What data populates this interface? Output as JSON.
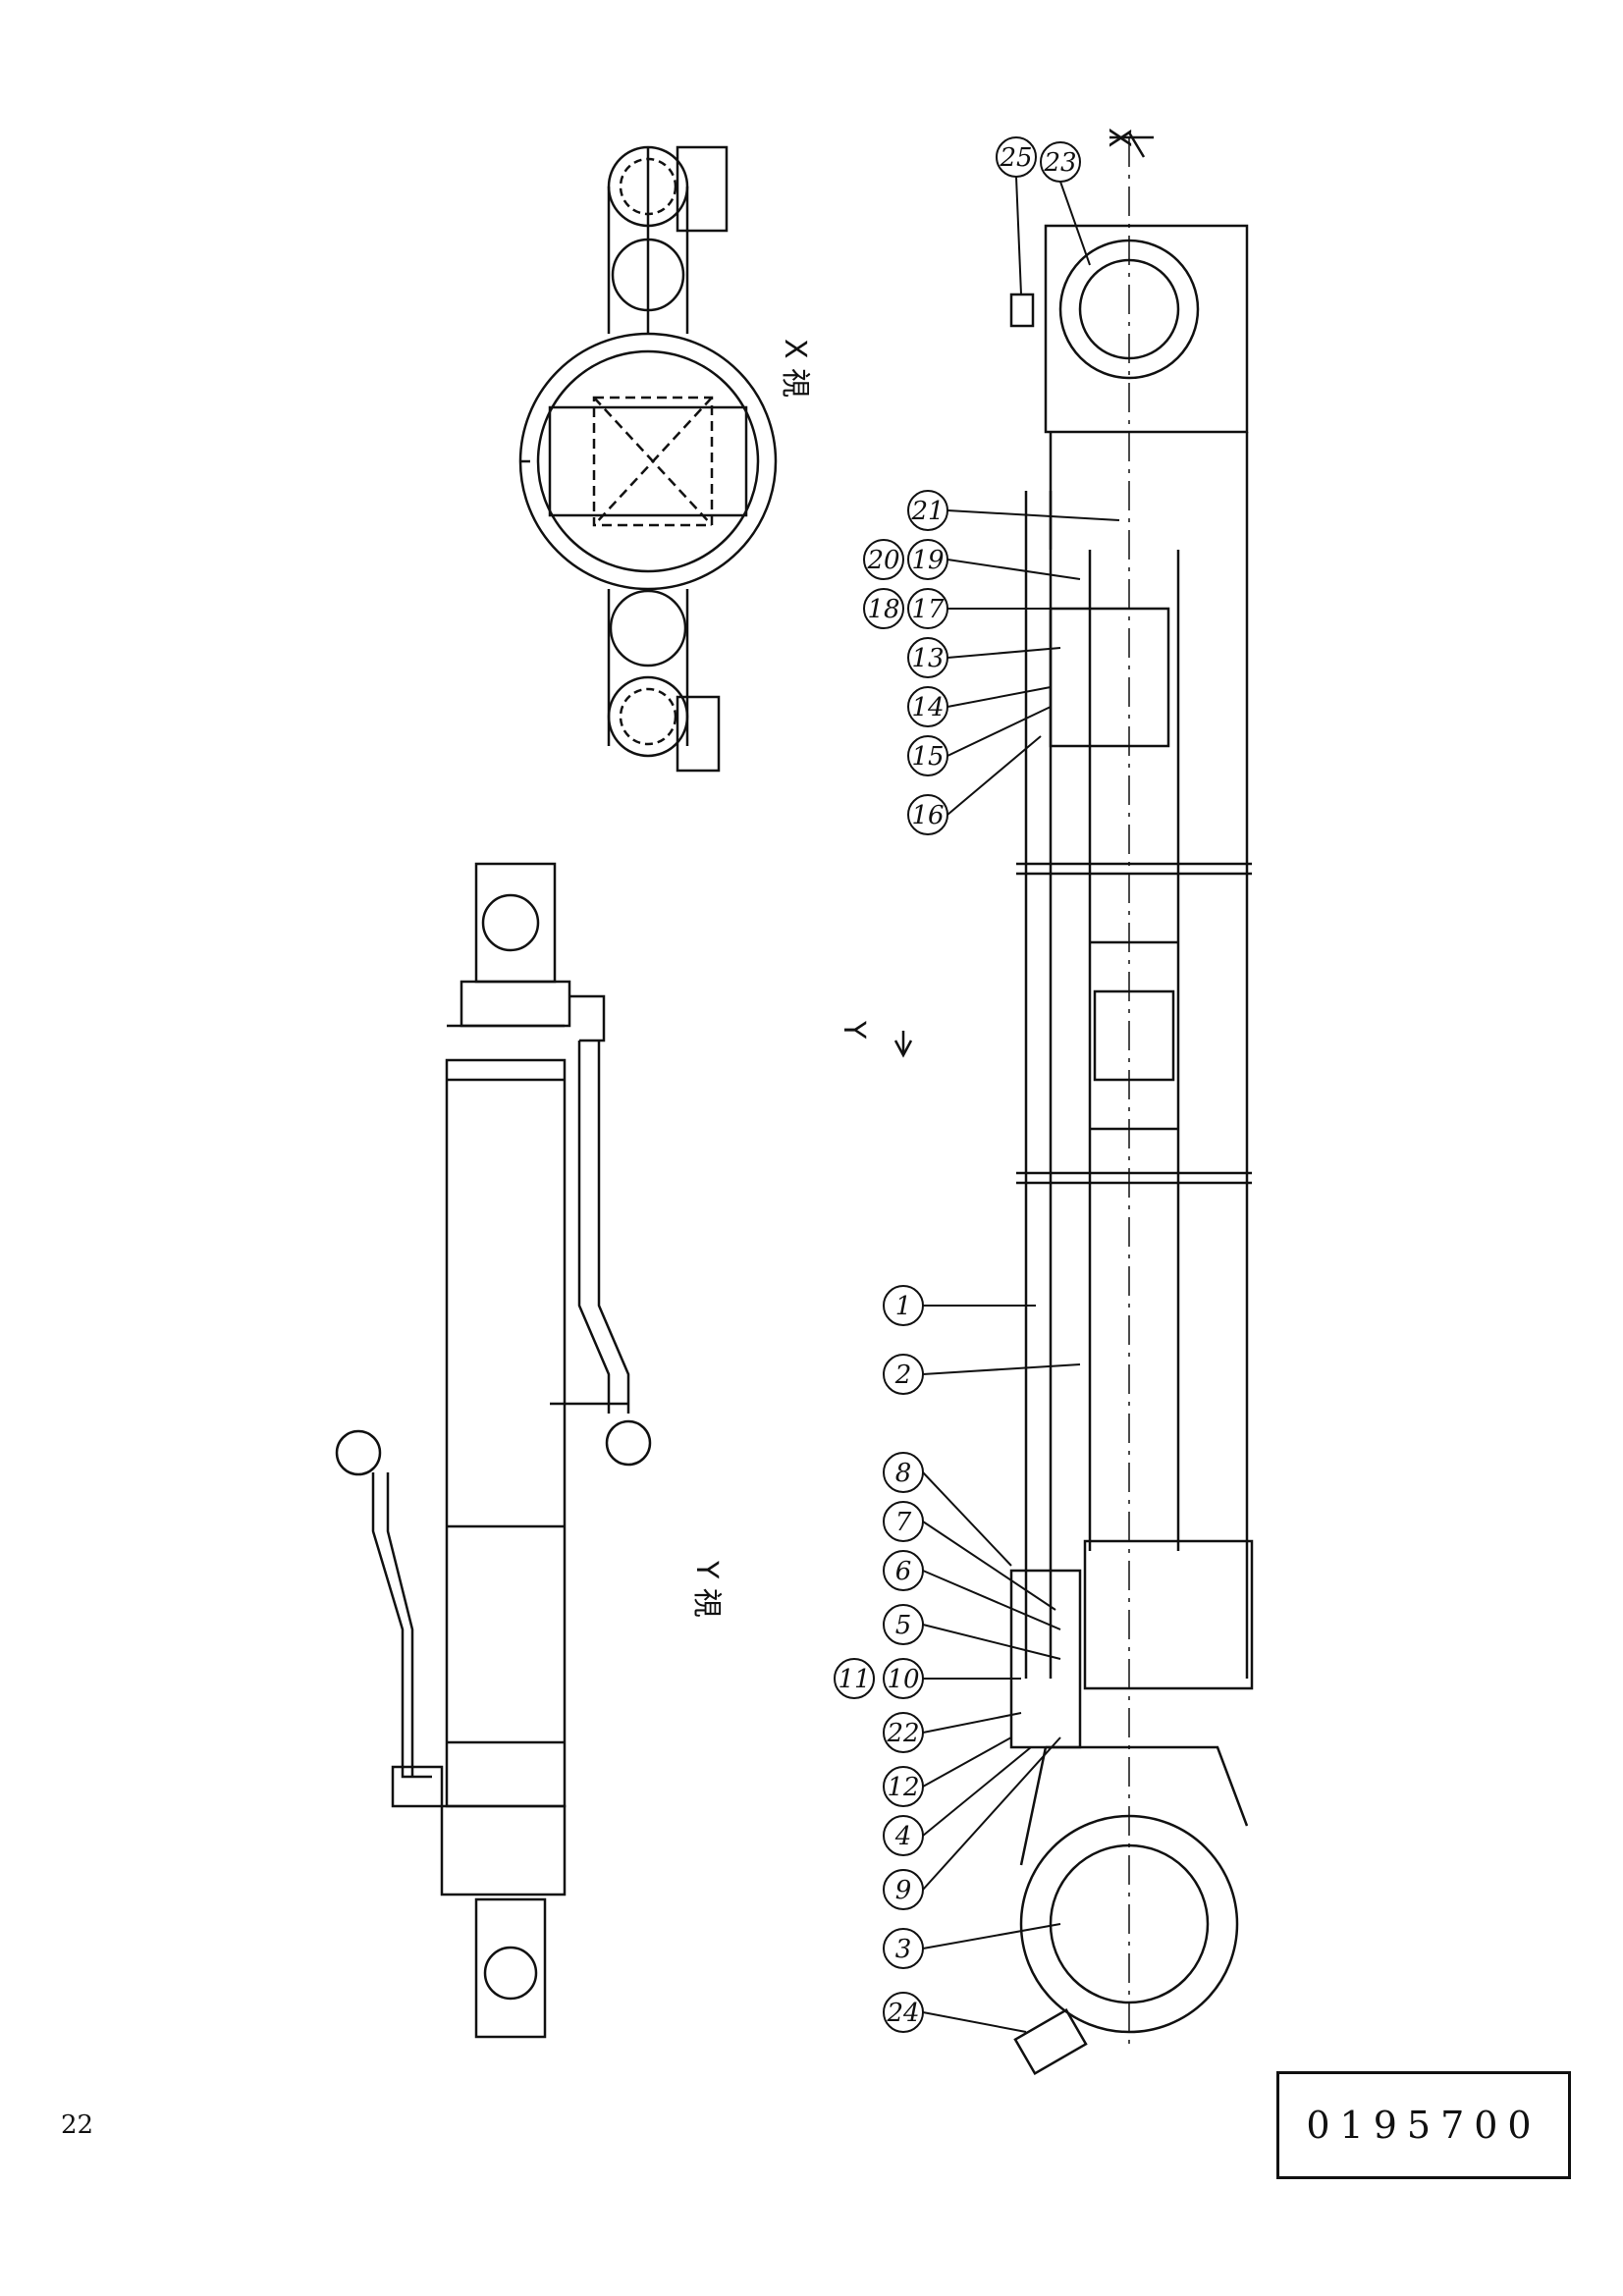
{
  "page": {
    "page_number": "22",
    "drawing_number": "0195700"
  },
  "views": {
    "x_view_label": "X 視",
    "y_view_label": "Y 視",
    "x_arrow_label": "X",
    "y_arrow_label": "Y"
  },
  "callouts": [
    "1",
    "2",
    "3",
    "4",
    "5",
    "6",
    "7",
    "8",
    "9",
    "10",
    "11",
    "12",
    "13",
    "14",
    "15",
    "16",
    "17",
    "18",
    "19",
    "20",
    "21",
    "22",
    "23",
    "24",
    "25"
  ]
}
